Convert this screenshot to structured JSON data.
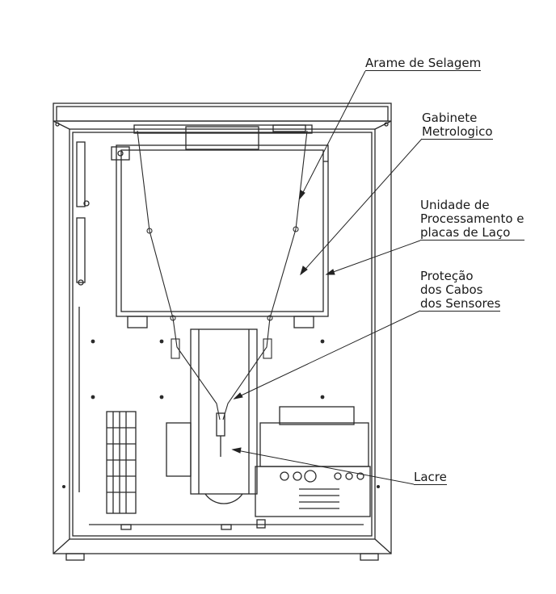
{
  "labels": {
    "arame": "Arame de Selagem",
    "gabinete": [
      "Gabinete",
      "Metrologico"
    ],
    "unidade": [
      "Unidade de",
      "Processamento e",
      "placas de Laço"
    ],
    "protecao": [
      "Proteção",
      "dos Cabos",
      "dos Sensores"
    ],
    "lacre": "Lacre"
  }
}
